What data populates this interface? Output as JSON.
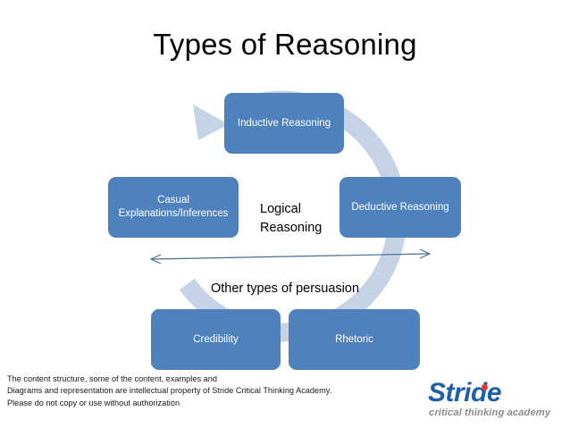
{
  "slide": {
    "title": "Types of Reasoning",
    "background_color": "#ffffff"
  },
  "colors": {
    "box_fill": "#4f81bd",
    "box_text": "#ffffff",
    "ring": "#c6d3e6",
    "arrow_line": "#4a6d94",
    "logo_blue": "#1f5fa9",
    "logo_red": "#e03a3e",
    "logo_gray": "#8a8d90",
    "title_text": "#000000"
  },
  "cycle": {
    "nodes": [
      {
        "id": "inductive",
        "label": "Inductive Reasoning",
        "lines": [
          "Inductive Reasoning"
        ]
      },
      {
        "id": "deductive",
        "label": "Deductive Reasoning",
        "lines": [
          "Deductive Reasoning"
        ]
      },
      {
        "id": "causal",
        "label": "Casual Explanations/Inferences",
        "lines": [
          "Casual",
          "Explanations/Inferences"
        ]
      }
    ],
    "center_label": "Logical Reasoning",
    "center_lines": [
      "Logical",
      "Reasoning"
    ],
    "ring_icon": "circular-arrow-icon"
  },
  "persuasion": {
    "caption": "Other types of persuasion",
    "divider_icon": "double-headed-arrow-icon",
    "nodes": [
      {
        "id": "credibility",
        "label": "Credibility",
        "lines": [
          "Credibility"
        ]
      },
      {
        "id": "rhetoric",
        "label": "Rhetoric",
        "lines": [
          "Rhetoric"
        ]
      }
    ]
  },
  "footer": {
    "disclaimer_lines": [
      "The content structure, some of the content, examples  and",
      "Diagrams and representation are intellectual property of  Stride Critical Thinking Academy.",
      "Please do not copy or use without authorization"
    ],
    "logo": {
      "wordmark": "Stride",
      "tagline": "critical thinking academy"
    }
  }
}
